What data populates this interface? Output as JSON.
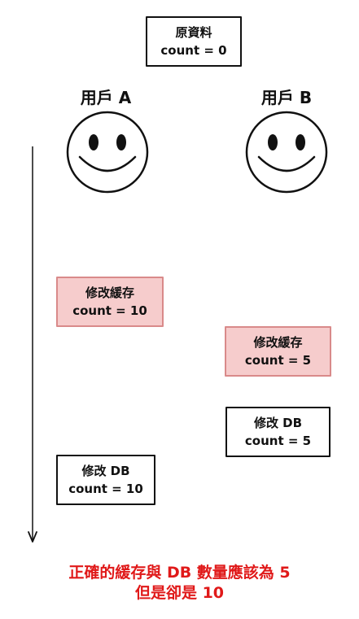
{
  "original": {
    "title": "原資料",
    "value": "count = 0"
  },
  "users": {
    "a_label": "用戶 A",
    "b_label": "用戶 B"
  },
  "steps": {
    "a_cache": {
      "title": "修改緩存",
      "value": "count = 10"
    },
    "b_cache": {
      "title": "修改緩存",
      "value": "count = 5"
    },
    "b_db": {
      "title": "修改 DB",
      "value": "count = 5"
    },
    "a_db": {
      "title": "修改 DB",
      "value": "count = 10"
    }
  },
  "conclusion": {
    "line1": "正確的緩存與 DB 數量應該為 5",
    "line2": "但是卻是 10"
  },
  "colors": {
    "highlight_fill": "#f6cccc",
    "highlight_border": "#d98a8a",
    "conclusion_text": "#e01919"
  },
  "icons": {
    "user_a": "smiley-face-icon",
    "user_b": "smiley-face-icon",
    "timeline": "down-arrow-icon"
  }
}
